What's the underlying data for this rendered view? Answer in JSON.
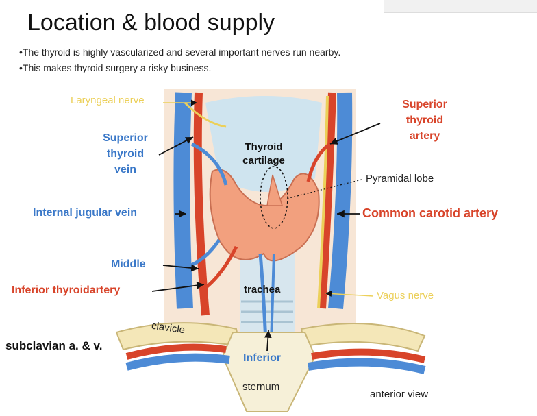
{
  "slide": {
    "title": "Location & blood supply",
    "bullets": [
      "•The thyroid is highly vascularized and several important nerves run nearby.",
      "•This makes thyroid surgery a risky business."
    ]
  },
  "labels": {
    "laryngeal_nerve": "Laryngeal nerve",
    "superior_thyroid_vein": [
      "Superior",
      "thyroid",
      "vein"
    ],
    "internal_jugular_vein": "Internal jugular vein",
    "middle": "Middle",
    "inferior_thyroid_artery": "Inferior thyroidartery",
    "clavicle": "clavicle",
    "subclavian": "subclavian a. & v.",
    "superior_thyroid_artery": [
      "Superior",
      "thyroid",
      "artery"
    ],
    "thyroid_cartilage": [
      "Thyroid",
      "cartilage"
    ],
    "pyramidal_lobe": "Pyramidal lobe",
    "common_carotid_artery": "Common carotid artery",
    "trachea": "trachea",
    "vagus_nerve": "Vagus nerve",
    "inferior": "Inferior",
    "sternum": "sternum",
    "anterior_view": "anterior view"
  },
  "colors": {
    "vein_blue": "#3a78c8",
    "artery_red": "#d8442a",
    "nerve_yellow": "#ecd05a",
    "gland": "#f2a07e"
  }
}
